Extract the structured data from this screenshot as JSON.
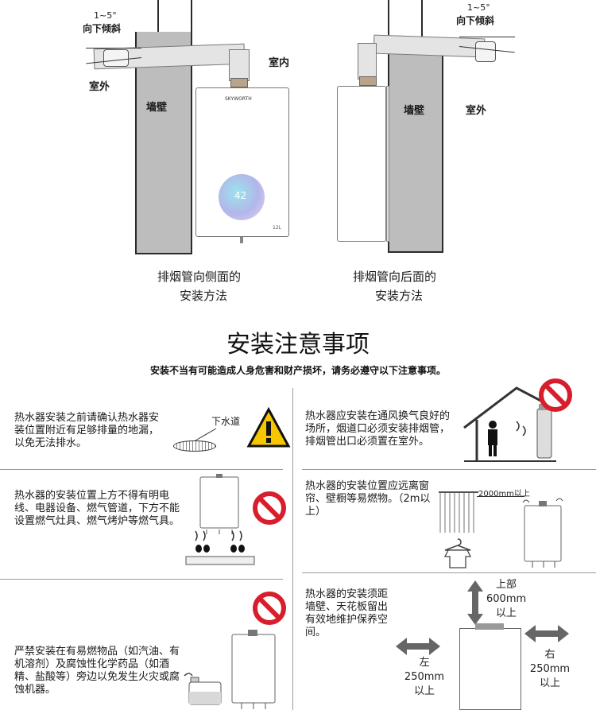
{
  "diagram_left": {
    "tilt_range": "1~5°",
    "tilt_label": "向下倾斜",
    "indoor": "室内",
    "outdoor": "室外",
    "wall": "墙壁",
    "brand": "SKYWORTH",
    "display_value": "42",
    "capacity": "12L",
    "caption_line1": "排烟管向侧面的",
    "caption_line2": "安装方法"
  },
  "diagram_right": {
    "tilt_range": "1~5°",
    "tilt_label": "向下倾斜",
    "wall": "墙壁",
    "outdoor": "室外",
    "caption_line1": "排烟管向后面的",
    "caption_line2": "安装方法"
  },
  "section": {
    "title": "安装注意事项",
    "subtitle": "安装不当有可能造成人身危害和财产损坏，请务必遵守以下注意事项。"
  },
  "notes": {
    "drain": "热水器安装之前请确认热水器安装位置附近有足够排量的地漏，以免无法排水。",
    "drain_label": "下水道",
    "ventilation": "热水器应安装在通风换气良好的场所，烟道口必须安装排烟管，排烟管出口必须置在室外。",
    "above": "热水器的安装位置上方不得有明电线、电器设备、燃气管道，下方不能设置燃气灶具、燃气烤炉等燃气具。",
    "flammable_distance": "热水器的安装位置应远离窗帘、壁橱等易燃物。（2m以上）",
    "distance_label": "2000mm以上",
    "clearance": "热水器的安装须距墙壁、天花板留出有效地维护保养空间。",
    "top_label": "上部",
    "top_value": "600mm",
    "top_suffix": "以上",
    "left_label": "左",
    "left_value": "250mm",
    "left_suffix": "以上",
    "right_label": "右",
    "right_value": "250mm",
    "right_suffix": "以上",
    "corrosive": "严禁安装在有易燃物品（如汽油、有机溶剂）及腐蚀性化学药品（如酒精、盐酸等）旁边以免发生火灾或腐蚀机器。"
  },
  "colors": {
    "prohibit": "#d81e2c",
    "warning": "#f6c600",
    "wall": "#bdbdbd"
  }
}
